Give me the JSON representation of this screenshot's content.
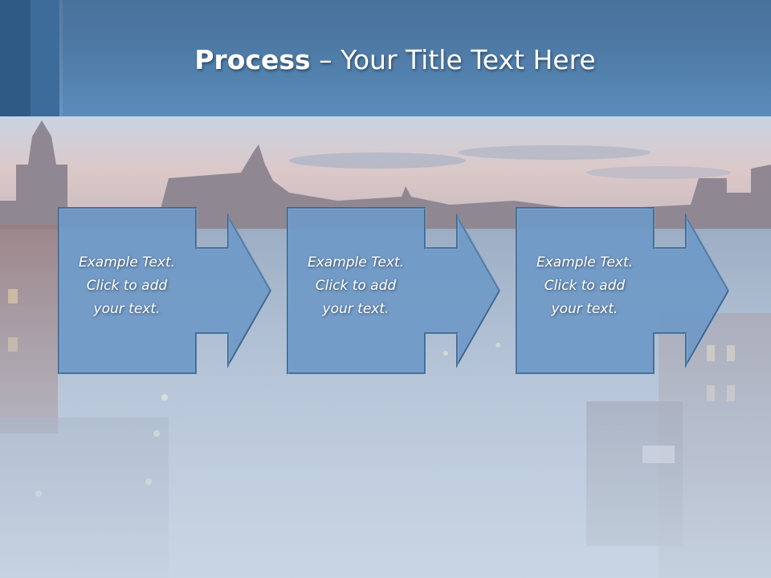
{
  "title": {
    "bold": "Process",
    "rest": " – Your Title Text Here"
  },
  "steps": [
    {
      "lines": [
        "Example Text.",
        "Click  to add",
        "your text."
      ]
    },
    {
      "lines": [
        "Example Text.",
        "Click  to add",
        "your text."
      ]
    },
    {
      "lines": [
        "Example Text.",
        "Click  to add",
        "your text."
      ]
    }
  ],
  "colors": {
    "header": "#4f7ba7",
    "shape_fill": "#6f99c7",
    "shape_stroke": "#3d6690",
    "text": "#ffffff"
  }
}
